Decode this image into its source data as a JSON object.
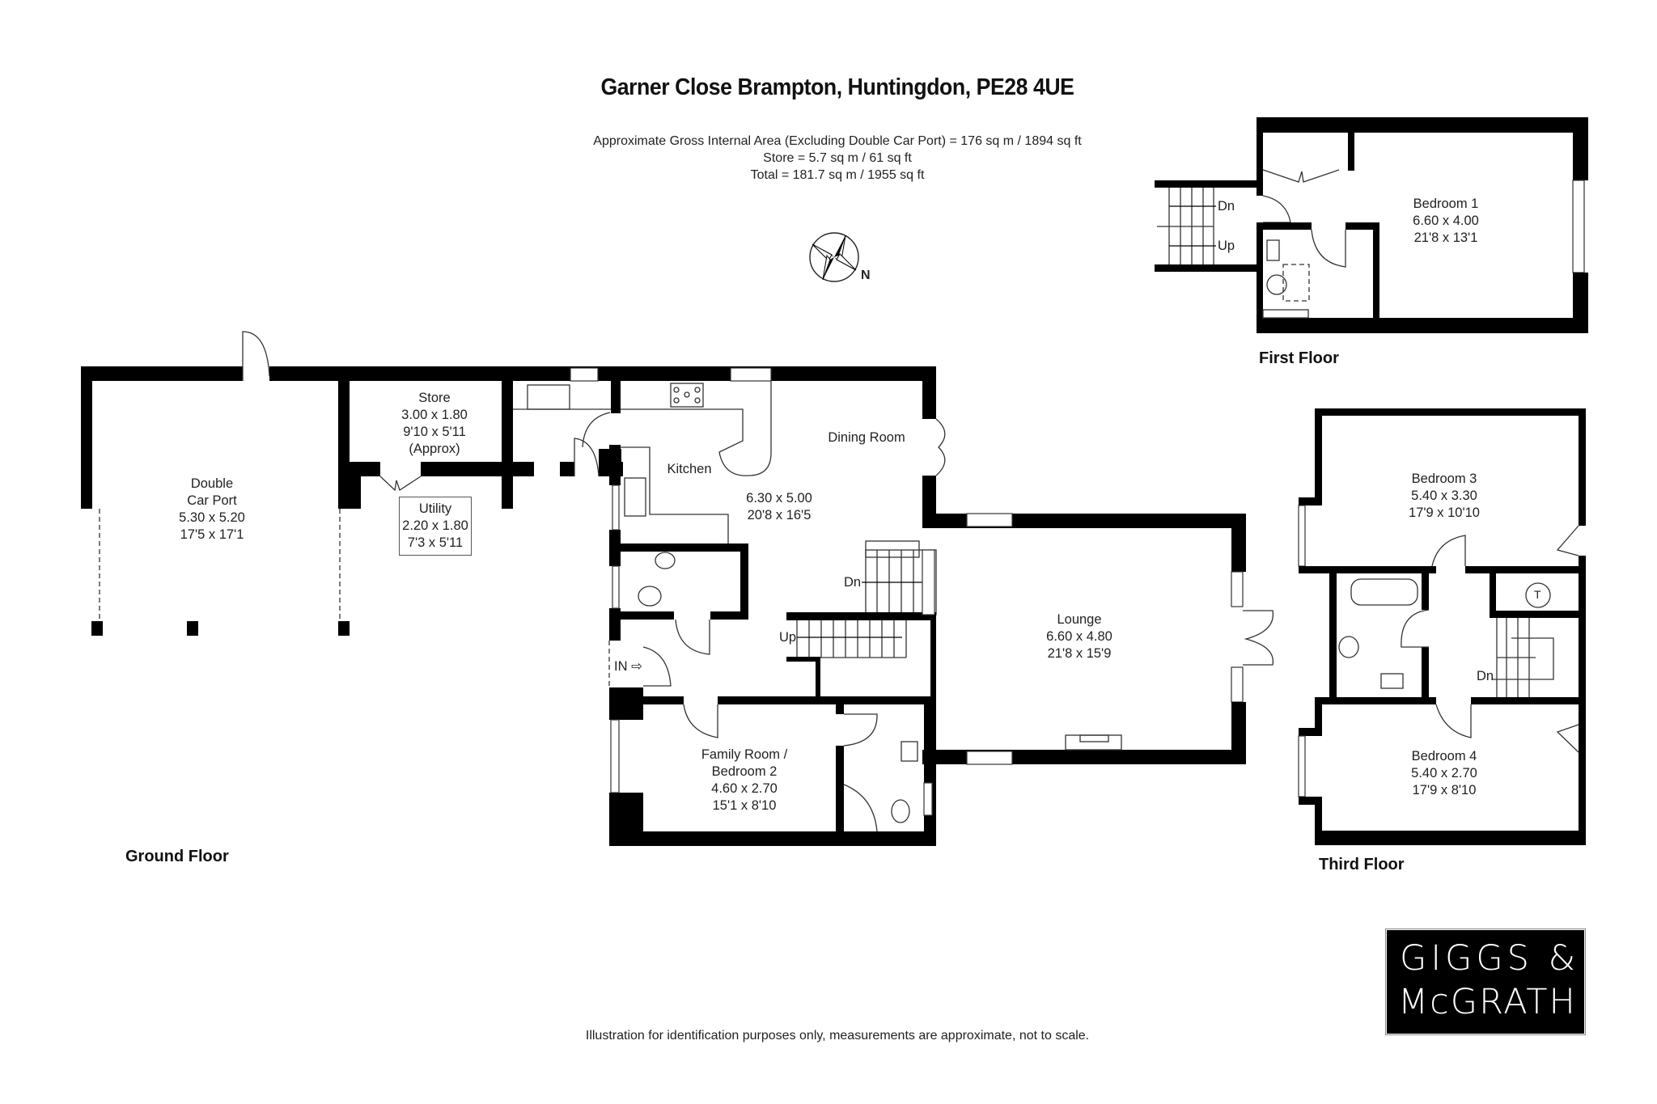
{
  "header": {
    "title": "Garner Close Brampton, Huntingdon, PE28 4UE",
    "area_lines": [
      "Approximate Gross Internal Area (Excluding Double Car Port) = 176 sq m / 1894 sq ft",
      "Store = 5.7 sq m / 61 sq ft",
      "Total = 181.7 sq m / 1955 sq ft"
    ]
  },
  "compass": {
    "icon": "north-compass-icon",
    "label": "N"
  },
  "floors": {
    "ground": {
      "label": "Ground Floor",
      "rooms": {
        "car_port": {
          "name_line1": "Double",
          "name_line2": "Car Port",
          "metric": "5.30 x 5.20",
          "imperial": "17'5 x 17'1"
        },
        "store": {
          "name": "Store",
          "metric": "3.00 x 1.80",
          "imperial": "9'10 x 5'11",
          "note": "(Approx)"
        },
        "utility": {
          "name": "Utility",
          "metric": "2.20 x 1.80",
          "imperial": "7'3 x 5'11"
        },
        "kitchen": {
          "name": "Kitchen"
        },
        "dining": {
          "name": "Dining Room",
          "metric": "6.30 x 5.00",
          "imperial": "20'8 x 16'5"
        },
        "lounge": {
          "name": "Lounge",
          "metric": "6.60 x 4.80",
          "imperial": "21'8 x 15'9"
        },
        "family": {
          "name_line1": "Family Room /",
          "name_line2": "Bedroom 2",
          "metric": "4.60 x 2.70",
          "imperial": "15'1 x 8'10"
        }
      },
      "stairs": {
        "down": "Dn",
        "up": "Up"
      },
      "entrance": "IN"
    },
    "first": {
      "label": "First Floor",
      "rooms": {
        "bedroom1": {
          "name": "Bedroom 1",
          "metric": "6.60 x 4.00",
          "imperial": "21'8 x 13'1"
        }
      },
      "stairs": {
        "down": "Dn",
        "up": "Up"
      }
    },
    "third": {
      "label": "Third Floor",
      "rooms": {
        "bedroom3": {
          "name": "Bedroom 3",
          "metric": "5.40 x 3.30",
          "imperial": "17'9 x 10'10"
        },
        "bedroom4": {
          "name": "Bedroom 4",
          "metric": "5.40 x 2.70",
          "imperial": "17'9 x 8'10"
        }
      },
      "stairs": {
        "down": "Dn"
      },
      "tank": "T"
    }
  },
  "branding": {
    "line1": "GIGGS &",
    "line2": "McGRATH"
  },
  "footer": {
    "disclaimer": "Illustration for identification purposes only, measurements are approximate, not to scale."
  },
  "colors": {
    "wall": "#000000",
    "background": "#ffffff",
    "logo_bg": "#000000",
    "logo_text": "#ffffff"
  }
}
